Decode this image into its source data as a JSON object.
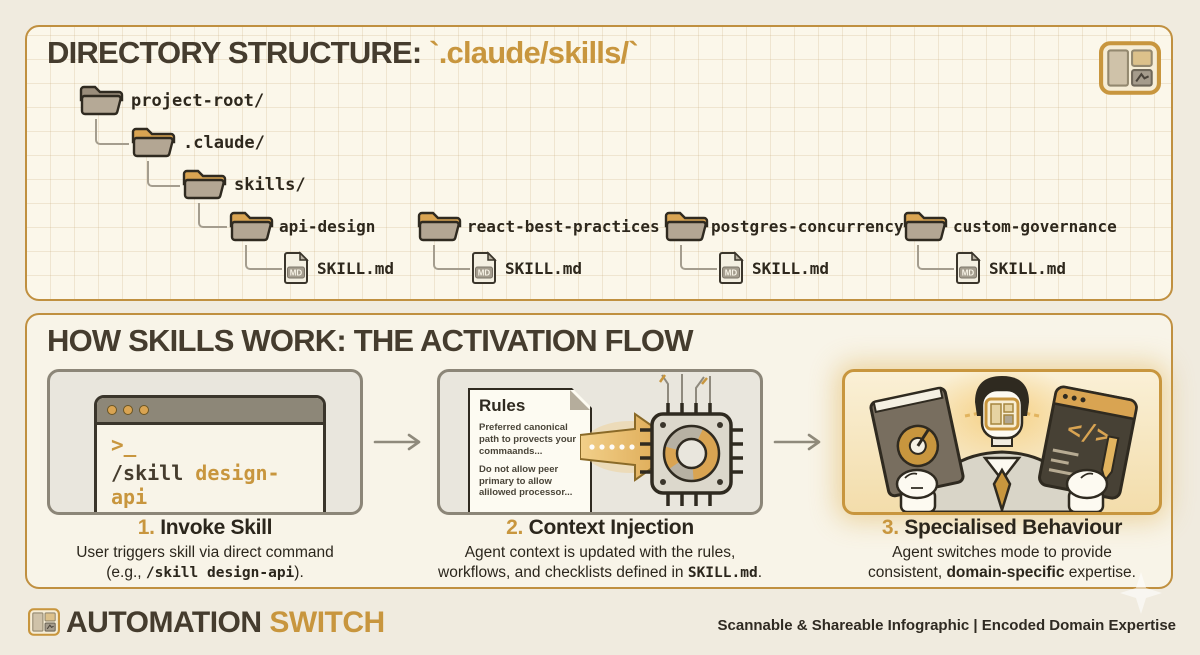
{
  "colors": {
    "accent_gold": "#c8963e",
    "dark_text": "#453c2e",
    "panel_border": "#c09040",
    "page_background": "#f0ebdf"
  },
  "panel1": {
    "title_dark": "DIRECTORY STRUCTURE: ",
    "title_gold": "`.claude/skills/`",
    "tree": {
      "root": "project-root/",
      "claude": ".claude/",
      "skills": "skills/",
      "skill_folders": [
        "api-design",
        "react-best-practices",
        "postgres-concurrency",
        "custom-governance"
      ],
      "skill_file": "SKILL.md",
      "md_badge": "MD"
    }
  },
  "panel2": {
    "title": "HOW SKILLS WORK: THE ACTIVATION FLOW",
    "steps": [
      {
        "number": "1.",
        "title": "Invoke Skill",
        "desc_line1": "User triggers skill via direct command",
        "desc_pre": "(e.g., ",
        "desc_code": "/skill design-api",
        "desc_post": ").",
        "terminal": {
          "prompt": ">_",
          "cmd_dark": "/skill ",
          "cmd_gold": "design-api"
        }
      },
      {
        "number": "2.",
        "title": "Context Injection",
        "desc_line1": "Agent context is updated with the rules,",
        "desc_line2_pre": "workflows, and checklists defined in ",
        "desc_code": "SKILL.md",
        "desc_post": ".",
        "rules": {
          "title": "Rules",
          "para1": "Preferred canonical path to provects your commaands...",
          "para2": "Do not allow peer primary to allow alilowed processor..."
        }
      },
      {
        "number": "3.",
        "title": "Specialised Behaviour",
        "desc_line1": "Agent switches mode to provide",
        "desc_pre": "consistent, ",
        "desc_bold": "domain-specific",
        "desc_post": " expertise.",
        "code_glyph": "</>"
      }
    ]
  },
  "footer": {
    "brand_dark": "AUTOMATION ",
    "brand_gold": "SWITCH",
    "tagline": "Scannable & Shareable Infographic | Encoded Domain Expertise"
  }
}
